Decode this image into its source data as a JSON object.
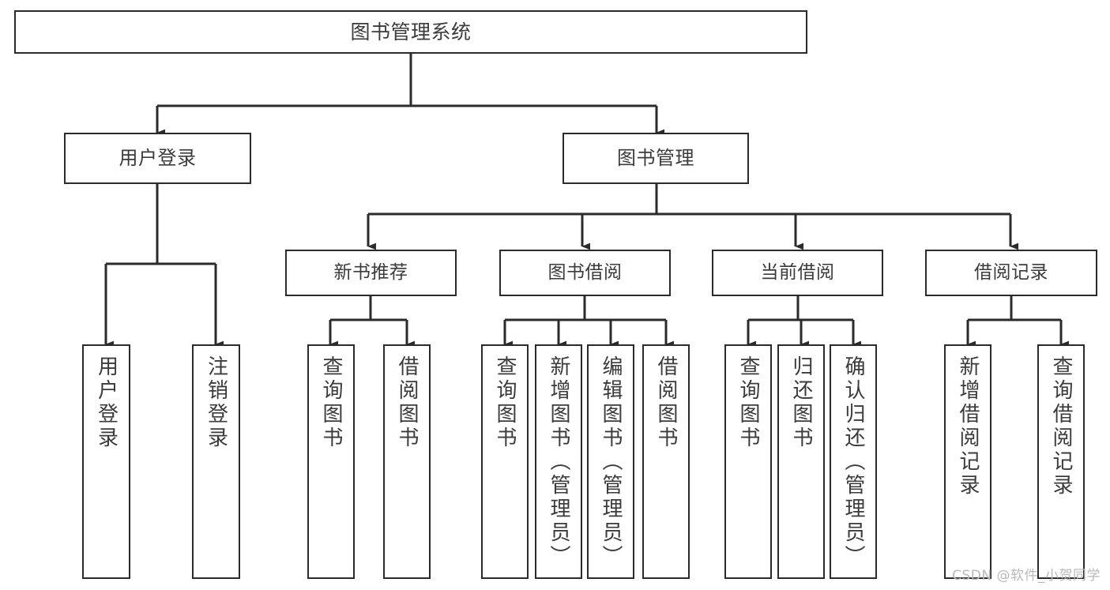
{
  "diagram": {
    "title": "图书管理系统",
    "type": "tree",
    "root": {
      "label": "图书管理系统"
    },
    "level2": [
      {
        "label": "用户登录"
      },
      {
        "label": "图书管理"
      }
    ],
    "level3": [
      {
        "label": "新书推荐"
      },
      {
        "label": "图书借阅"
      },
      {
        "label": "当前借阅"
      },
      {
        "label": "借阅记录"
      }
    ],
    "leaves": {
      "user_login": [
        {
          "label": "用户登录"
        },
        {
          "label": "注销登录"
        }
      ],
      "new_book_recommend": [
        {
          "label": "查询图书"
        },
        {
          "label": "借阅图书"
        }
      ],
      "book_borrow": [
        {
          "label": "查询图书"
        },
        {
          "label": "新增图书（管理员）"
        },
        {
          "label": "编辑图书（管理员）"
        },
        {
          "label": "借阅图书"
        }
      ],
      "current_borrow": [
        {
          "label": "查询图书"
        },
        {
          "label": "归还图书"
        },
        {
          "label": "确认归还（管理员）"
        }
      ],
      "borrow_record": [
        {
          "label": "新增借阅记录"
        },
        {
          "label": "查询借阅记录"
        }
      ]
    }
  },
  "watermark": {
    "text": "CSDN @软件_小贺同学"
  },
  "colors": {
    "stroke": "#2b2b2b",
    "text": "#3b3b3b",
    "background": "#ffffff",
    "watermark": "#b9b9b9"
  }
}
